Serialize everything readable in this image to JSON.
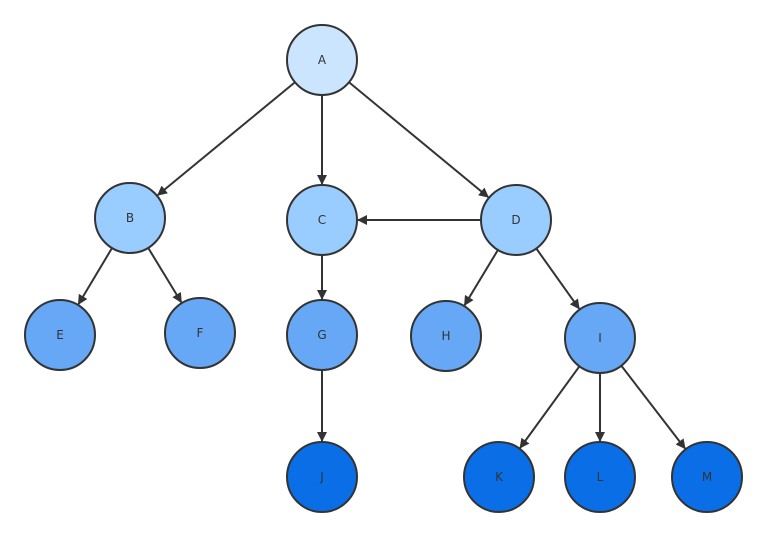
{
  "colors": {
    "level0": "#cce5ff",
    "level1": "#99ccff",
    "level2": "#66a8f5",
    "level3": "#0a6ee6",
    "stroke": "#333333"
  },
  "nodes": [
    {
      "id": "A",
      "label": "A",
      "level": 0
    },
    {
      "id": "B",
      "label": "B",
      "level": 1
    },
    {
      "id": "C",
      "label": "C",
      "level": 1
    },
    {
      "id": "D",
      "label": "D",
      "level": 1
    },
    {
      "id": "E",
      "label": "E",
      "level": 2
    },
    {
      "id": "F",
      "label": "F",
      "level": 2
    },
    {
      "id": "G",
      "label": "G",
      "level": 2
    },
    {
      "id": "H",
      "label": "H",
      "level": 2
    },
    {
      "id": "I",
      "label": "I",
      "level": 2
    },
    {
      "id": "J",
      "label": "J",
      "level": 3
    },
    {
      "id": "K",
      "label": "K",
      "level": 3
    },
    {
      "id": "L",
      "label": "L",
      "level": 3
    },
    {
      "id": "M",
      "label": "M",
      "level": 3
    }
  ],
  "edges": [
    {
      "from": "A",
      "to": "B"
    },
    {
      "from": "A",
      "to": "C"
    },
    {
      "from": "A",
      "to": "D"
    },
    {
      "from": "B",
      "to": "E"
    },
    {
      "from": "B",
      "to": "F"
    },
    {
      "from": "D",
      "to": "C"
    },
    {
      "from": "C",
      "to": "G"
    },
    {
      "from": "D",
      "to": "H"
    },
    {
      "from": "D",
      "to": "I"
    },
    {
      "from": "G",
      "to": "J"
    },
    {
      "from": "I",
      "to": "K"
    },
    {
      "from": "I",
      "to": "L"
    },
    {
      "from": "I",
      "to": "M"
    }
  ]
}
